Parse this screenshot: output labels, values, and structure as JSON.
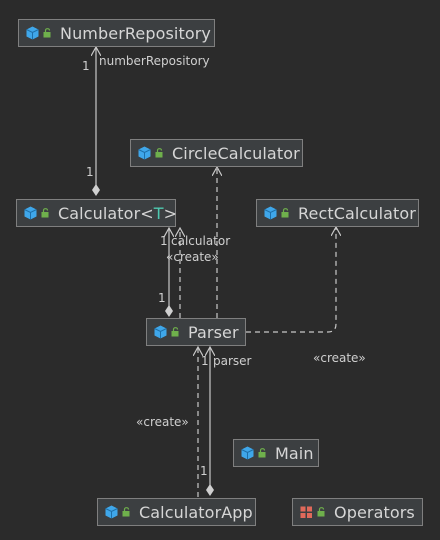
{
  "nodes": {
    "number_repository": {
      "name": "NumberRepository"
    },
    "circle_calculator": {
      "name": "CircleCalculator"
    },
    "calculator": {
      "name": "Calculator",
      "type_open": "<",
      "type_param": "T",
      "type_close": ">"
    },
    "rect_calculator": {
      "name": "RectCalculator"
    },
    "parser": {
      "name": "Parser"
    },
    "main": {
      "name": "Main"
    },
    "calculator_app": {
      "name": "CalculatorApp"
    },
    "operators": {
      "name": "Operators"
    }
  },
  "labels": {
    "number_repository_role": "numberRepository",
    "number_repository_mult": "1",
    "calculator_mult_top": "1",
    "calculator_role": "calculator",
    "calculator_mult": "1",
    "create_calculator": "«create»",
    "parser_mult_top": "1",
    "create_rect": "«create»",
    "parser_role": "parser",
    "parser_mult": "1",
    "create_app": "«create»",
    "app_mult": "1"
  },
  "colors": {
    "background": "#2b2b2b",
    "node_fill": "#3c3f41",
    "node_border": "#7f7f7f",
    "class_icon": "#3fa7ea",
    "lock_icon": "#6fb04c",
    "enum_icon": "#e0695a",
    "edge": "#c8c8c8",
    "type_param": "#4ec9b0"
  },
  "icons": {
    "class": "class-cube-icon",
    "lock": "public-lock-icon",
    "enum": "enum-icon"
  }
}
